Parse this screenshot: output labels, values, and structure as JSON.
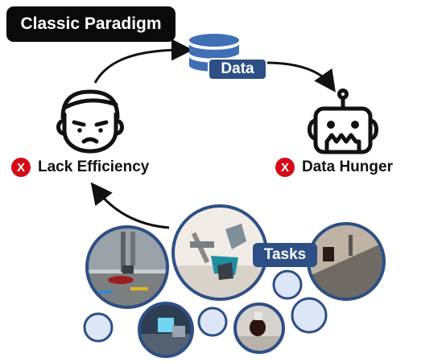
{
  "title": "Classic Paradigm",
  "data_label": "Data",
  "tasks_label": "Tasks",
  "left_label": "Lack Efficiency",
  "right_label": "Data Hunger",
  "x_glyph": "X",
  "icons": {
    "database": "database-icon",
    "sad_face": "sad-face-icon",
    "robot": "robot-head-icon",
    "x": "red-x-icon"
  },
  "colors": {
    "badge_bg": "#0a0a0a",
    "accent_blue": "#2c4f86",
    "db_blue": "#3f6fb5",
    "circle_fill": "#dde6f6",
    "x_red": "#d40b16"
  }
}
